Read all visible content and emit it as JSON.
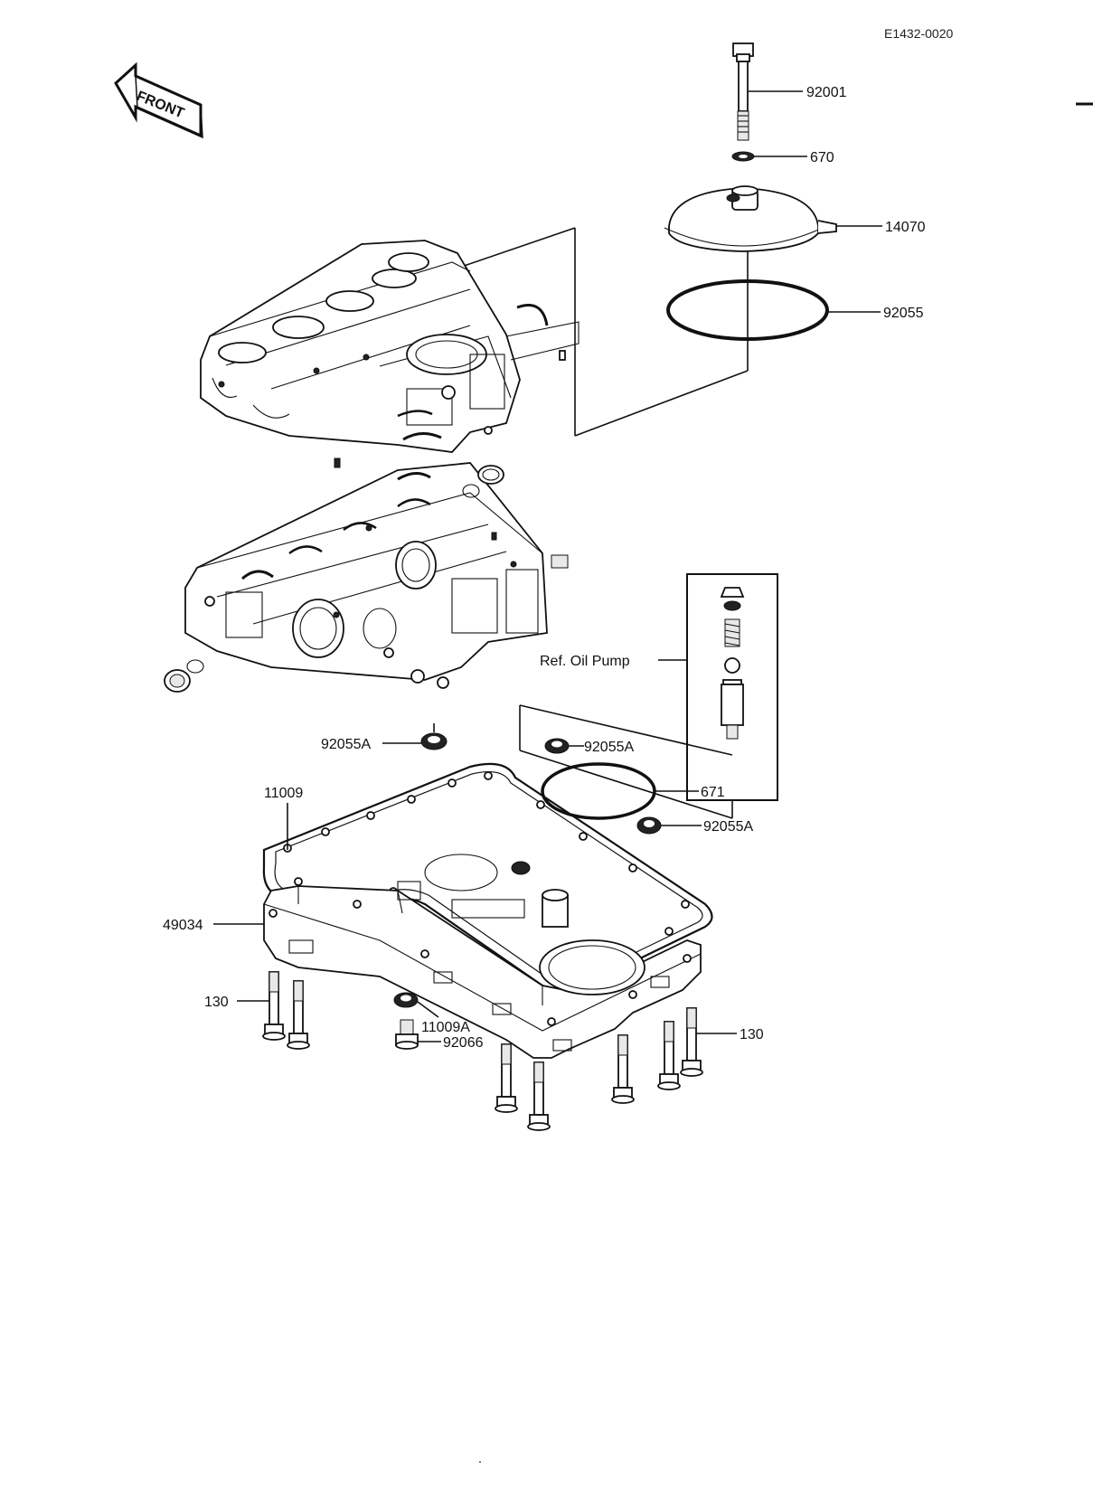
{
  "diagram": {
    "code": "E1432-0020",
    "front_label": "FRONT",
    "ref_label": "Ref.  Oil Pump",
    "parts": {
      "p92001": "92001",
      "p670": "670",
      "p14070": "14070",
      "p92055": "92055",
      "p92055a_1": "92055A",
      "p92055a_2": "92055A",
      "p92055a_3": "92055A",
      "p671": "671",
      "p11009": "11009",
      "p49034": "49034",
      "p130_left": "130",
      "p130_right": "130",
      "p11009a": "11009A",
      "p92066": "92066"
    }
  }
}
